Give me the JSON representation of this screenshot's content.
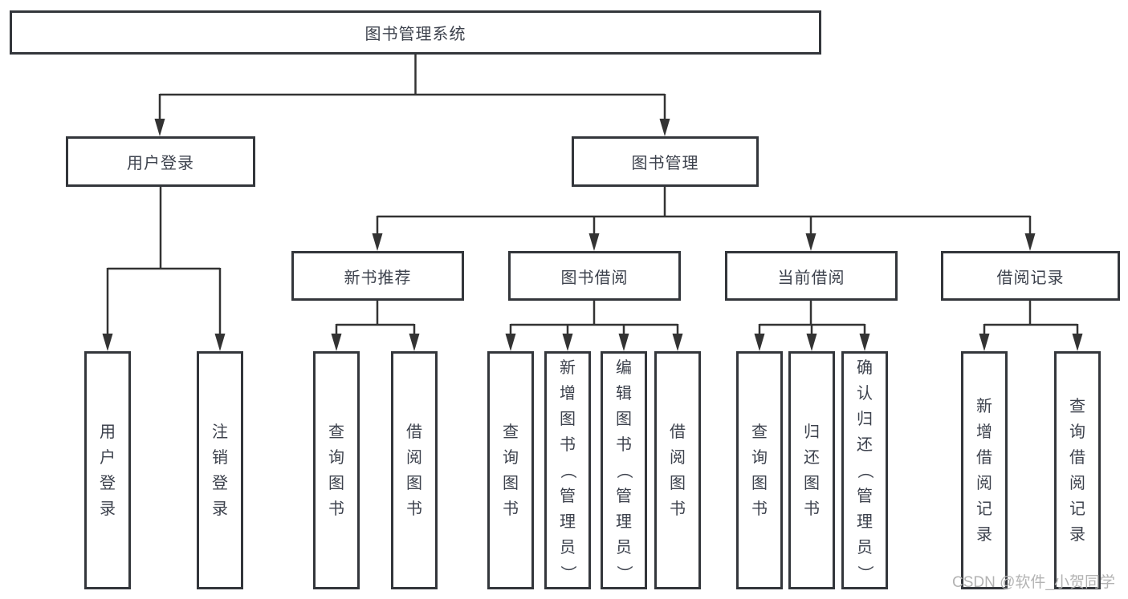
{
  "diagram": {
    "root": {
      "label": "图书管理系统"
    },
    "level2": [
      {
        "label": "用户登录"
      },
      {
        "label": "图书管理"
      }
    ],
    "level3": [
      {
        "label": "新书推荐"
      },
      {
        "label": "图书借阅"
      },
      {
        "label": "当前借阅"
      },
      {
        "label": "借阅记录"
      }
    ],
    "leaves": {
      "login": [
        {
          "label": "用户登录"
        },
        {
          "label": "注销登录"
        }
      ],
      "recommend": [
        {
          "label": "查询图书"
        },
        {
          "label": "借阅图书"
        }
      ],
      "borrow": [
        {
          "label": "查询图书"
        },
        {
          "label": "新增图书（管理员）"
        },
        {
          "label": "编辑图书（管理员）"
        },
        {
          "label": "借阅图书"
        }
      ],
      "current": [
        {
          "label": "查询图书"
        },
        {
          "label": "归还图书"
        },
        {
          "label": "确认归还（管理员）"
        }
      ],
      "records": [
        {
          "label": "新增借阅记录"
        },
        {
          "label": "查询借阅记录"
        }
      ]
    }
  },
  "watermark": {
    "text": "CSDN @软件_小贺同学"
  },
  "colors": {
    "line": "#333333",
    "box_border": "#33363b",
    "text": "#3d424d",
    "watermark": "#b3b3b3",
    "background": "#ffffff"
  }
}
